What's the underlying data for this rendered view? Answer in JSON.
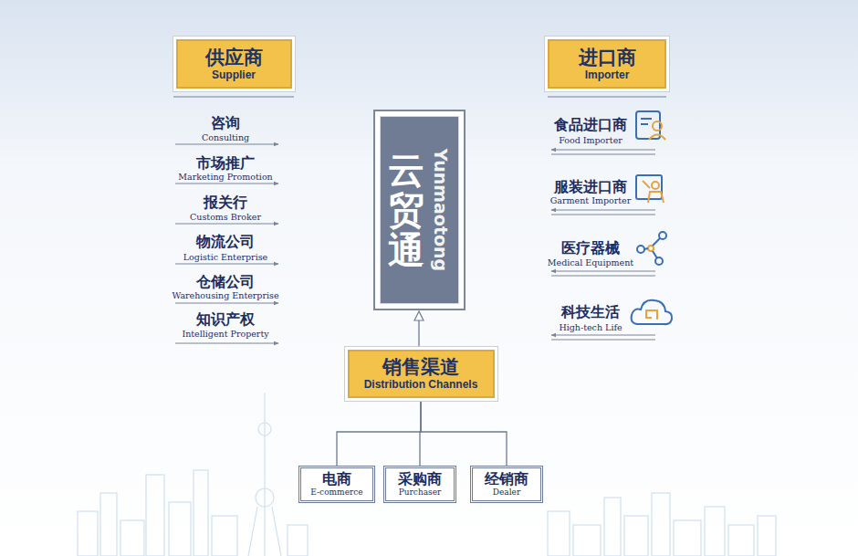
{
  "diagram": {
    "nodes": [
      {
        "text": [
          "供应商",
          "Supplier"
        ]
      },
      {
        "text": [
          "进口商",
          "Importer"
        ]
      },
      {
        "text": [
          "云贸通",
          "Yunmaotong"
        ]
      },
      {
        "text": [
          "销售渠道",
          "Distribution Channels"
        ]
      },
      {
        "text": [
          "电商",
          "E-commerce"
        ]
      },
      {
        "text": [
          "采购商",
          "Purchaser"
        ]
      },
      {
        "text": [
          "经销商",
          "Dealer"
        ]
      }
    ],
    "edges": [
      {
        "from": 3,
        "to": 2,
        "arrow": "to"
      },
      {
        "from": 3,
        "to": 4,
        "arrow": "none"
      },
      {
        "from": 3,
        "to": 5,
        "arrow": "none"
      },
      {
        "from": 3,
        "to": 6,
        "arrow": "none"
      }
    ],
    "labels": [
      "咨询",
      "Consulting",
      "市场推广",
      "Marketing Promotion",
      "报关行",
      "Customs Broker",
      "物流公司",
      "Logistic Enterprise",
      "仓储公司",
      "Warehousing Enterprise",
      "知识产权",
      "Intelligent Property",
      "食品进口商",
      "Food Importer",
      "服装进口商",
      "Garment Importer",
      "医疗器械",
      "Medical Equipment",
      "科技生活",
      "High-tech Life"
    ]
  }
}
